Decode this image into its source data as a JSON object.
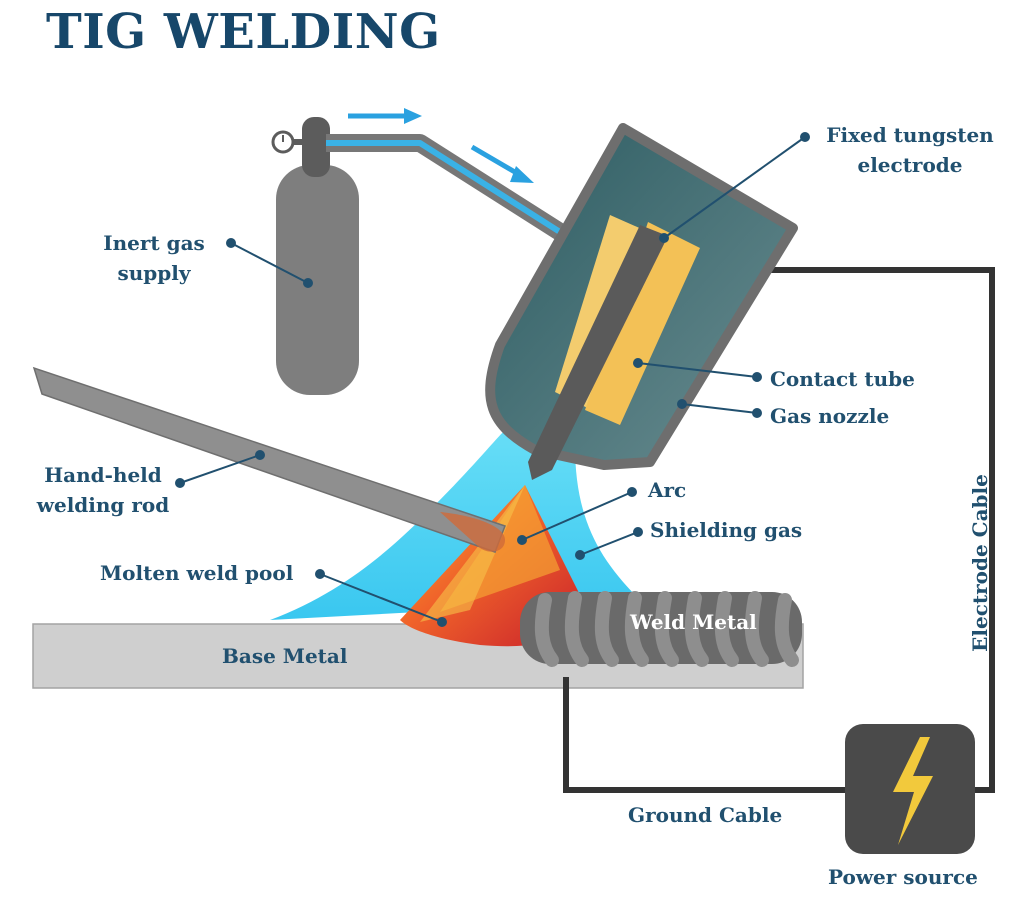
{
  "title": "TIG WELDING",
  "labels": {
    "fixed_tungsten_electrode": "Fixed tungsten\nelectrode",
    "inert_gas_supply": "Inert gas\nsupply",
    "contact_tube": "Contact tube",
    "gas_nozzle": "Gas nozzle",
    "hand_held_welding_rod": "Hand-held\nwelding rod",
    "arc": "Arc",
    "shielding_gas": "Shielding gas",
    "molten_weld_pool": "Molten weld pool",
    "weld_metal": "Weld Metal",
    "base_metal": "Base Metal",
    "electrode_cable": "Electrode Cable",
    "ground_cable": "Ground Cable",
    "power_source": "Power source"
  },
  "colors": {
    "title": "#17476a",
    "label": "#21506f",
    "nozzle": "#3c6a70",
    "gas": "#3fd2f2",
    "gas_flow_arrow": "#2aa1e0",
    "contact_tube": "#f3cc6e",
    "power_bolt": "#f2c93c"
  },
  "icons": {
    "power_symbol": "lightning-bolt-icon",
    "gauge": "pressure-gauge-icon"
  }
}
